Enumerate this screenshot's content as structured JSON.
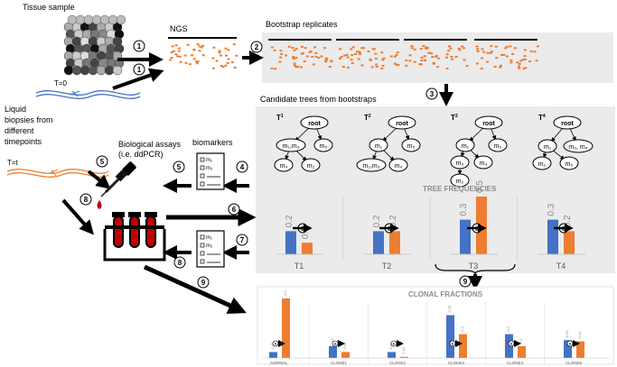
{
  "labels": {
    "tissue_sample": "Tissue sample",
    "ngs": "NGS",
    "bootstrap_replicates": "Bootstrap replicates",
    "t0": "T=0",
    "liquid_biopsies": [
      "Liquid",
      "biopsies from",
      "different",
      "timepoints"
    ],
    "tt": "T=t",
    "biological_assays": [
      "Biological assays",
      "(i.e. ddPCR)"
    ],
    "biomarkers": "biomarkers",
    "candidate_trees": "Candidate trees from bootstraps"
  },
  "steps": [
    "1",
    "1",
    "2",
    "3",
    "4",
    "5",
    "5",
    "6",
    "6",
    "6",
    "6",
    "6",
    "7",
    "8",
    "8",
    "9",
    "9"
  ],
  "trees": [
    {
      "name": "T",
      "sup": "1",
      "root": "root",
      "nodes": [
        "m₁,m₃",
        "m₅",
        "m₄",
        "m₂"
      ]
    },
    {
      "name": "T",
      "sup": "2",
      "root": "root",
      "nodes": [
        "m₁",
        "m₅",
        "m₂,m₃",
        "m₄"
      ]
    },
    {
      "name": "T",
      "sup": "3",
      "root": "root",
      "nodes": [
        "m₁",
        "m₅",
        "m₃",
        "m₄",
        "m₂"
      ]
    },
    {
      "name": "T",
      "sup": "4",
      "root": "root",
      "nodes": [
        "m₁",
        "m₃, m₄",
        "m₂",
        "m₅"
      ]
    }
  ],
  "biomarker_list": {
    "items": [
      "m₁",
      "m₂"
    ]
  },
  "tree_frequencies": {
    "title": "TREE FREQUENCIES",
    "categories": [
      "T1",
      "T2",
      "T3",
      "T4"
    ],
    "series": [
      {
        "color": "#4472c4",
        "values": [
          0.2,
          0.2,
          0.3,
          0.3
        ]
      },
      {
        "color": "#ed7d31",
        "values": [
          0.1,
          0.2,
          0.5,
          0.2
        ]
      }
    ]
  },
  "clonal_fractions": {
    "title": "CLONAL FRACTIONS",
    "categories": [
      "NORMAL",
      "CLONE1",
      "CLONE2",
      "CLONE3",
      "CLONE4",
      "CLONE5"
    ],
    "series": [
      {
        "color": "#4472c4",
        "values": [
          0.05,
          0.1,
          0.05,
          0.36,
          0.2,
          0.15
        ],
        "labels": [
          "0.05",
          "0.1",
          "0.05",
          "0.36",
          "0.2",
          "0.15"
        ]
      },
      {
        "color": "#ed7d31",
        "values": [
          0.5,
          0.05,
          0.01,
          0.2,
          0.1,
          0.14
        ],
        "labels": [
          "0.5",
          "0.05",
          "0.01",
          "0.2",
          "0.1",
          "0.14"
        ]
      }
    ]
  },
  "colors": {
    "blue": "#4472c4",
    "orange": "#ed7d31",
    "panel": "#ebebeb",
    "blood": "#c00000"
  }
}
